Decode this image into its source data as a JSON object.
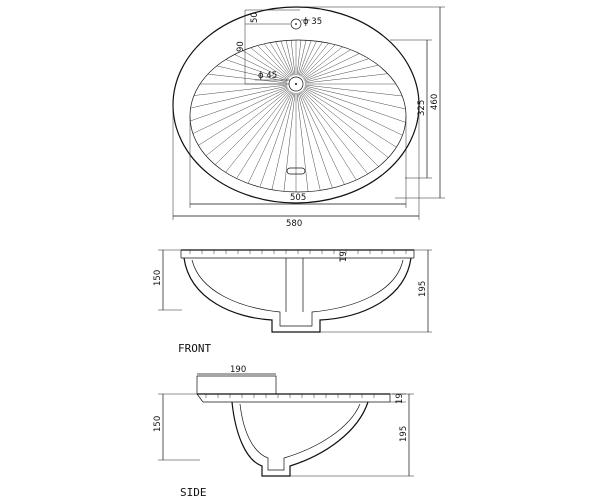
{
  "top_view": {
    "dims": {
      "d50": "50",
      "phi35": "ϕ 35",
      "d90": "90",
      "phi45": "ϕ 45",
      "d460": "460",
      "d325": "325",
      "d505": "505",
      "d580": "580"
    }
  },
  "front_view": {
    "label": "FRONT",
    "dims": {
      "d150": "150",
      "d19": "19",
      "d195": "195"
    }
  },
  "side_view": {
    "label": "SIDE",
    "dims": {
      "d190": "190",
      "d150": "150",
      "d19": "19",
      "d195": "195"
    }
  }
}
